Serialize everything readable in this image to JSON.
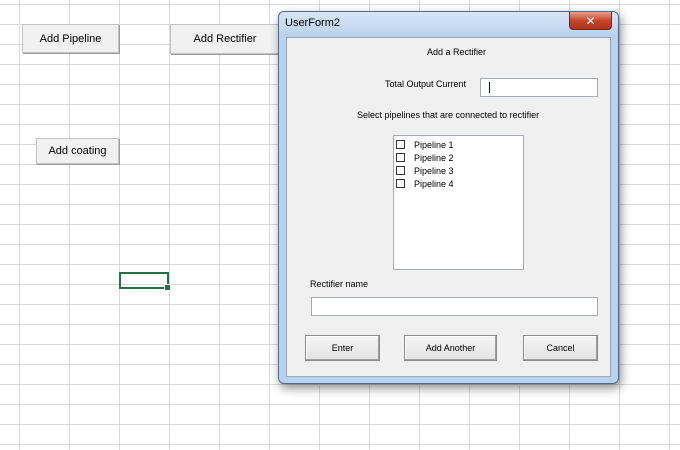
{
  "sheet": {
    "buttons": {
      "add_pipeline": "Add Pipeline",
      "add_rectifier": "Add Rectifier",
      "add_coating": "Add coating"
    }
  },
  "dialog": {
    "title": "UserForm2",
    "close_glyph": "✕",
    "heading": "Add a Rectifier",
    "total_output_label": "Total Output Current",
    "total_output_value": "",
    "select_label": "Select pipelines that are connected to rectifier",
    "pipelines": [
      {
        "label": "Pipeline 1",
        "checked": false
      },
      {
        "label": "Pipeline 2",
        "checked": false
      },
      {
        "label": "Pipeline 3",
        "checked": false
      },
      {
        "label": "Pipeline 4",
        "checked": false
      }
    ],
    "rectifier_name_label": "Rectifier name",
    "rectifier_name_value": "",
    "buttons": {
      "enter": "Enter",
      "add_another": "Add Another",
      "cancel": "Cancel"
    }
  }
}
